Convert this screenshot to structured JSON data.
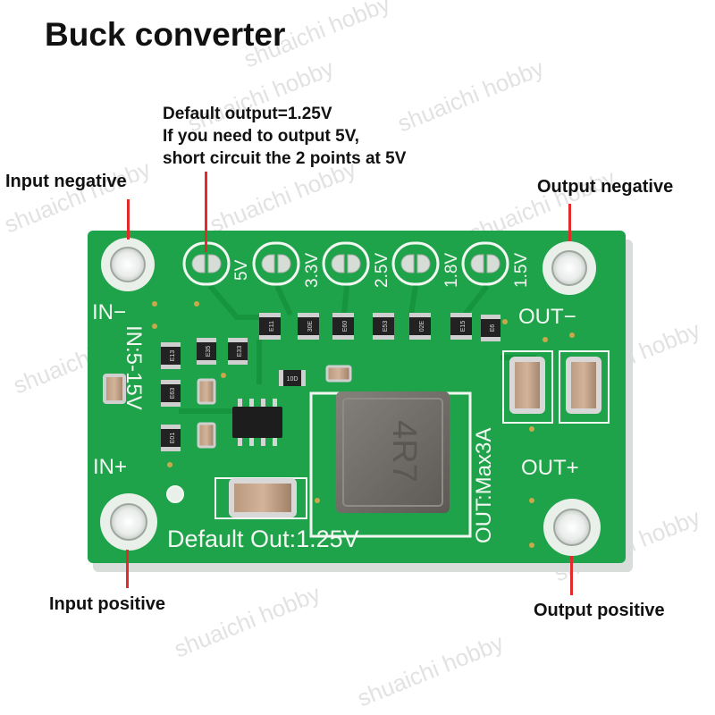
{
  "title": "Buck converter",
  "note_lines": [
    "Default output=1.25V",
    "If you need to output 5V,",
    "short circuit the 2 points at 5V"
  ],
  "callouts": {
    "input_negative": "Input negative",
    "output_negative": "Output negative",
    "input_positive": "Input positive",
    "output_positive": "Output positive"
  },
  "silkscreen": {
    "in_minus": "IN−",
    "in_plus": "IN+",
    "in_range": "IN:5-15V",
    "out_minus": "OUT−",
    "out_plus": "OUT+",
    "out_max": "OUT:Max3A",
    "default_out": "Default Out:1.25V",
    "voltage_pads": [
      "5V",
      "3.3V",
      "2.5V",
      "1.8V",
      "1.5V"
    ],
    "inductor_marking": "4R7",
    "resistor_codes": [
      "E11",
      "30E",
      "E60",
      "E53",
      "02E",
      "E15",
      "E6",
      "E13",
      "E35",
      "E33",
      "E63",
      "E01",
      "10D"
    ]
  },
  "watermark": "shuaichi hobby",
  "colors": {
    "pcb": "#1fa34a",
    "pcb_dark": "#138a3a",
    "silk": "#f2f7f2",
    "pointer": "#e32b2b",
    "inductor": "#6f6b66"
  }
}
